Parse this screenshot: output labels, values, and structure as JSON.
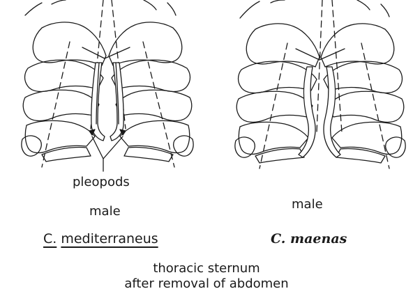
{
  "labels": {
    "pleopods": "pleopods",
    "male_left": "male",
    "male_right": "male",
    "species_left_genus": "C.",
    "species_left_epithet": "mediterraneus",
    "species_right": "C. maenas",
    "caption_line1": "thoracic sternum",
    "caption_line2": "after removal of abdomen"
  },
  "colors": {
    "ink": "#1a1a1a",
    "background": "#ffffff"
  }
}
